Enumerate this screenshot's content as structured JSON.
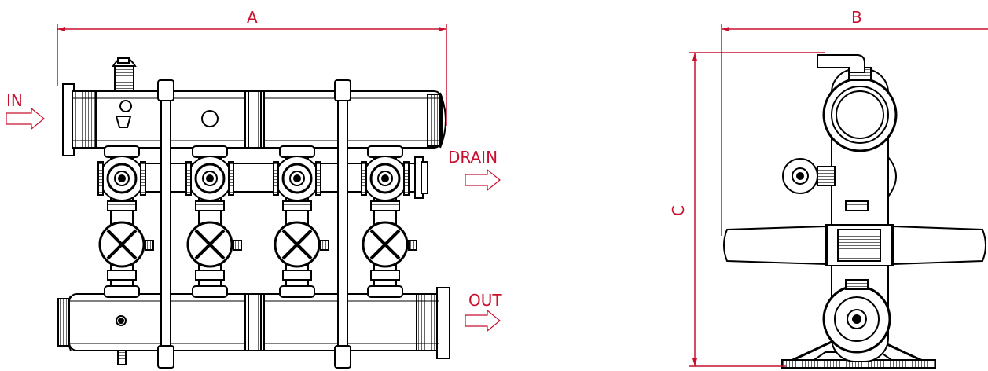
{
  "dimensions": {
    "a": "A",
    "b": "B",
    "c": "C"
  },
  "flows": {
    "in": "IN",
    "drain": "DRAIN",
    "out": "OUT"
  },
  "colors": {
    "annotation": "#c8102e",
    "drawing": "#000000",
    "background": "#ffffff"
  },
  "views": [
    {
      "name": "front-elevation",
      "units": 4
    },
    {
      "name": "side-elevation"
    }
  ]
}
